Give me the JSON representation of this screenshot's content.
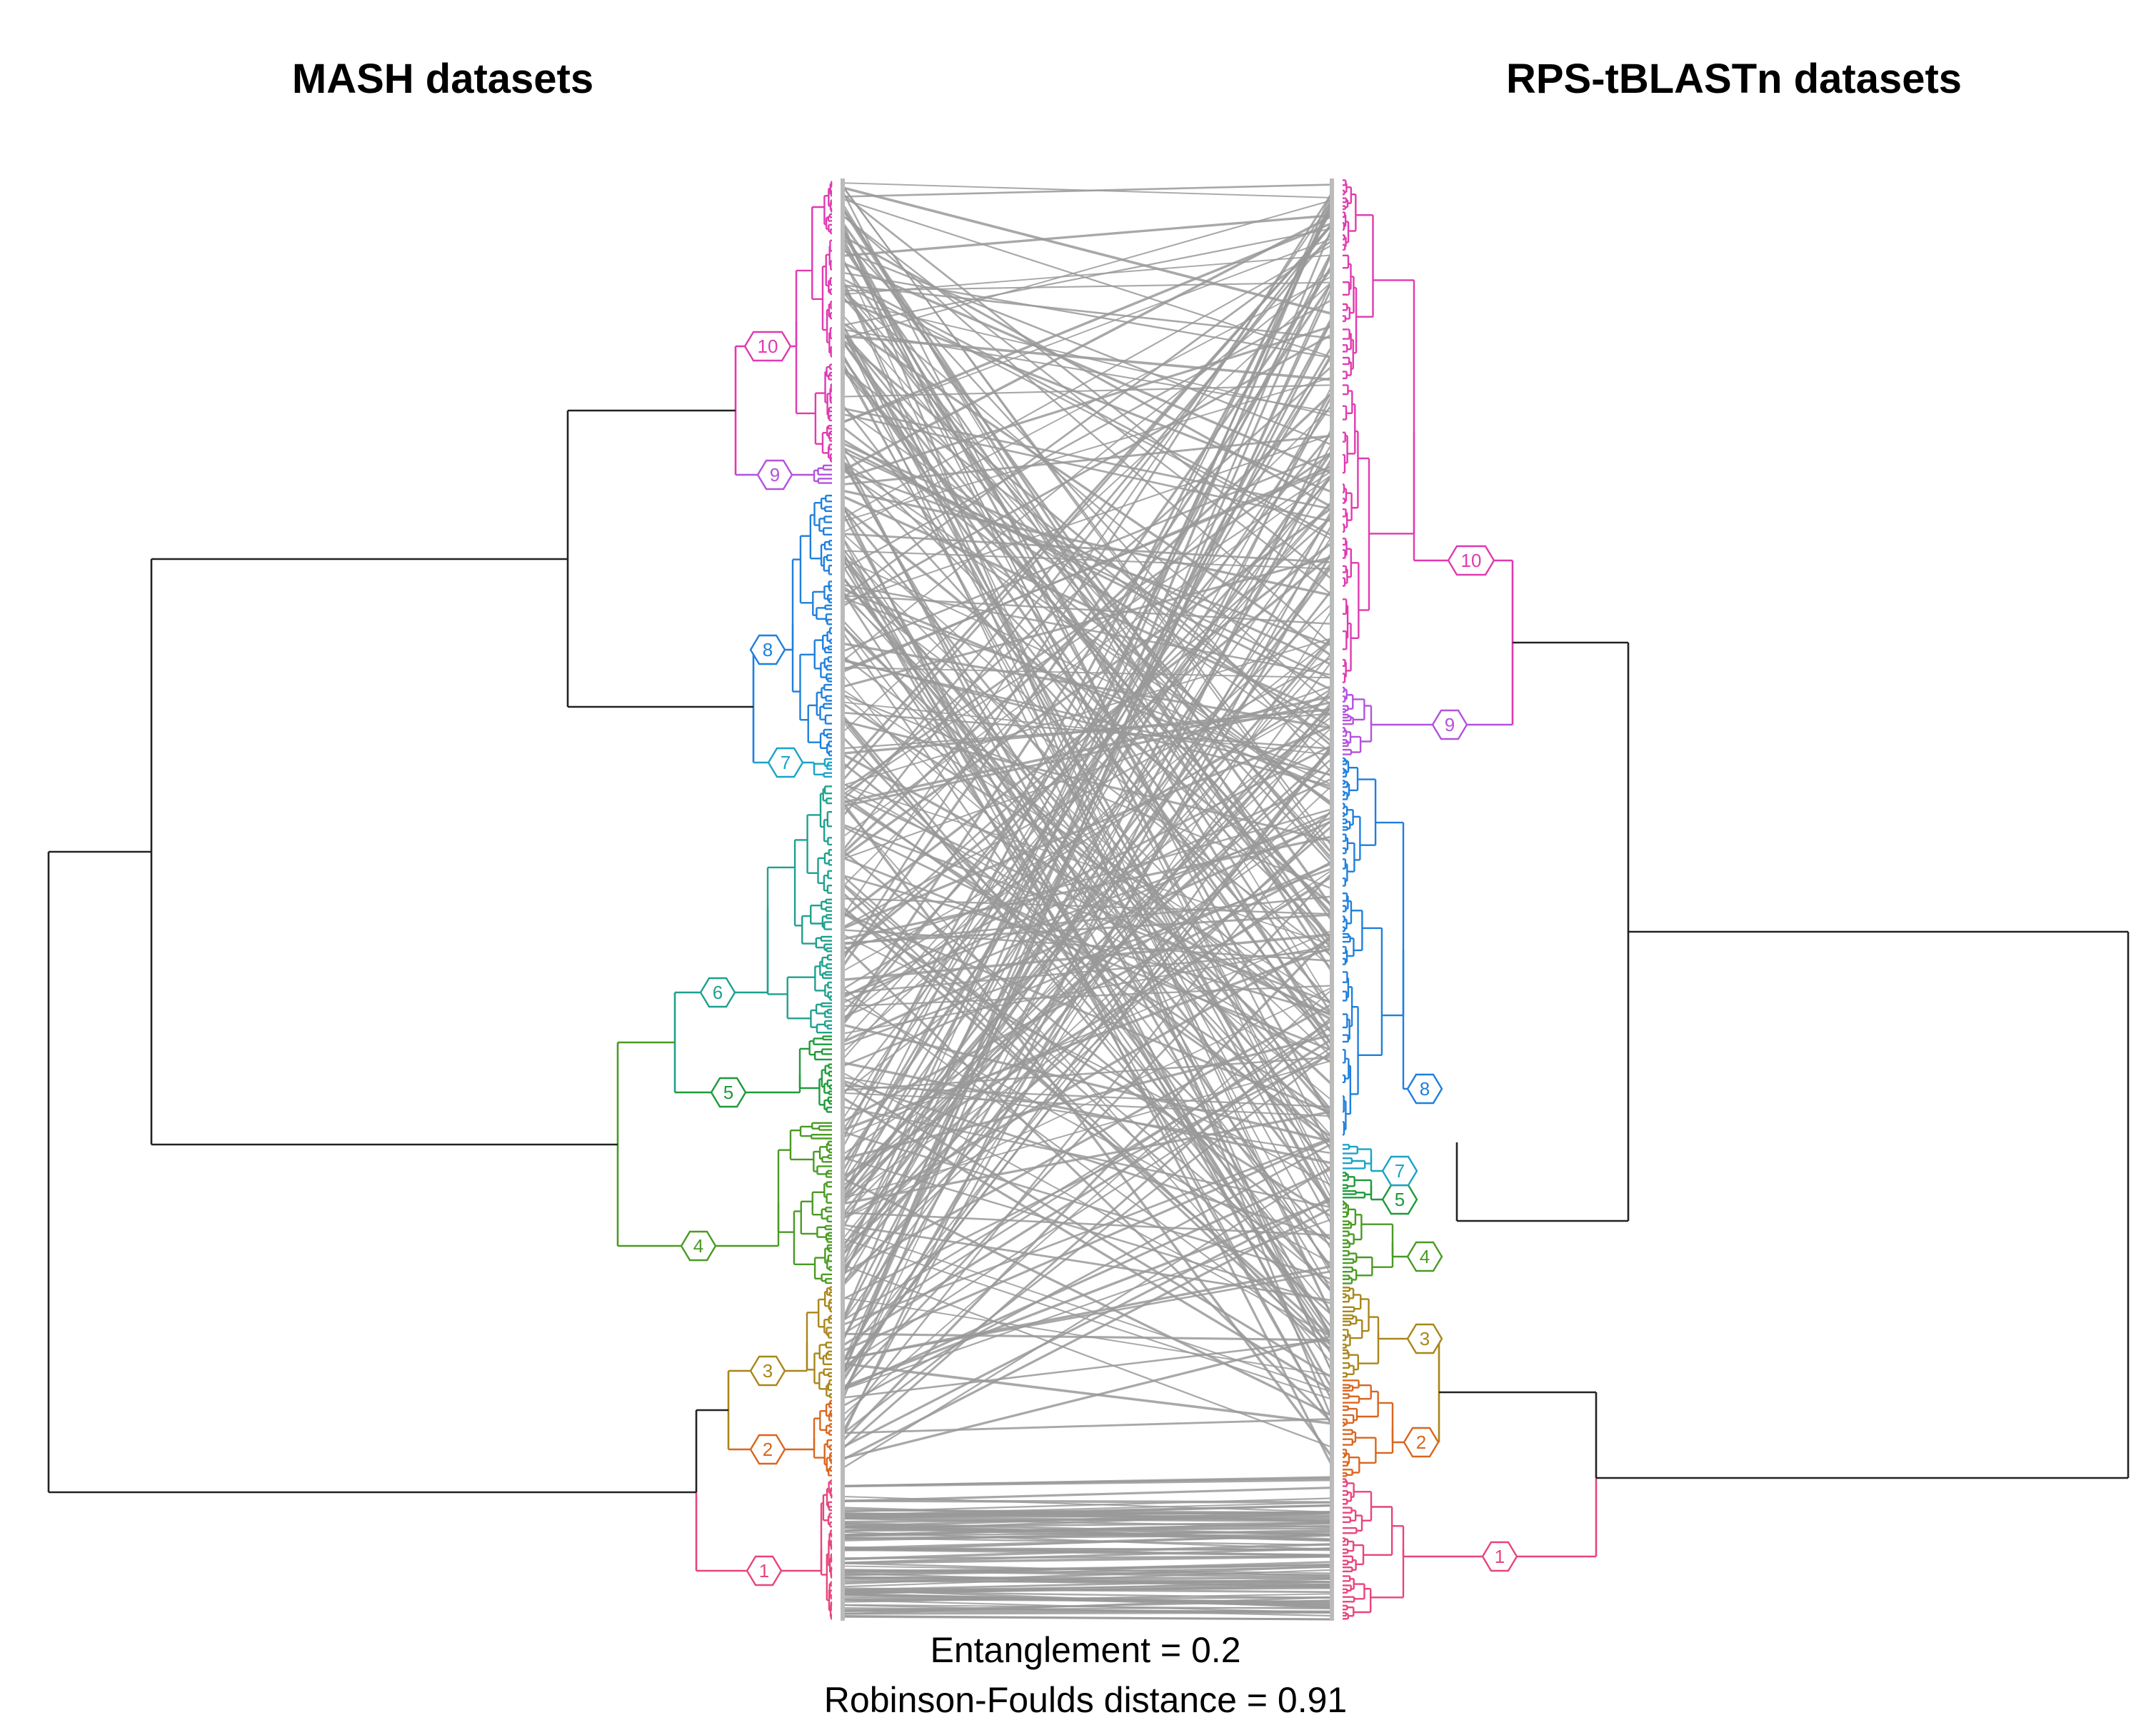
{
  "left_title": "MASH datasets",
  "right_title": "RPS-tBLASTn datasets",
  "entanglement_text": "Entanglement = 0.2",
  "rf_text": "Robinson-Foulds distance = 0.91",
  "connector_color": "#999999",
  "backbone_color": "#222222",
  "left_clusters": [
    {
      "id": "1",
      "color": "#e8457c"
    },
    {
      "id": "2",
      "color": "#d8661f"
    },
    {
      "id": "3",
      "color": "#a8861a"
    },
    {
      "id": "4",
      "color": "#4a9a24"
    },
    {
      "id": "5",
      "color": "#1f9a3a"
    },
    {
      "id": "6",
      "color": "#1fa08e"
    },
    {
      "id": "7",
      "color": "#1ba3c8"
    },
    {
      "id": "8",
      "color": "#1f7fdc"
    },
    {
      "id": "9",
      "color": "#b352de"
    },
    {
      "id": "10",
      "color": "#e03ab0"
    }
  ],
  "right_clusters": [
    {
      "id": "1",
      "color": "#e8457c"
    },
    {
      "id": "2",
      "color": "#d8661f"
    },
    {
      "id": "3",
      "color": "#a8861a"
    },
    {
      "id": "4",
      "color": "#4a9a24"
    },
    {
      "id": "5",
      "color": "#1f9a3a"
    },
    {
      "id": "7",
      "color": "#1ba3c8"
    },
    {
      "id": "8",
      "color": "#1f7fdc"
    },
    {
      "id": "9",
      "color": "#b352de"
    },
    {
      "id": "10",
      "color": "#e03ab0"
    }
  ]
}
